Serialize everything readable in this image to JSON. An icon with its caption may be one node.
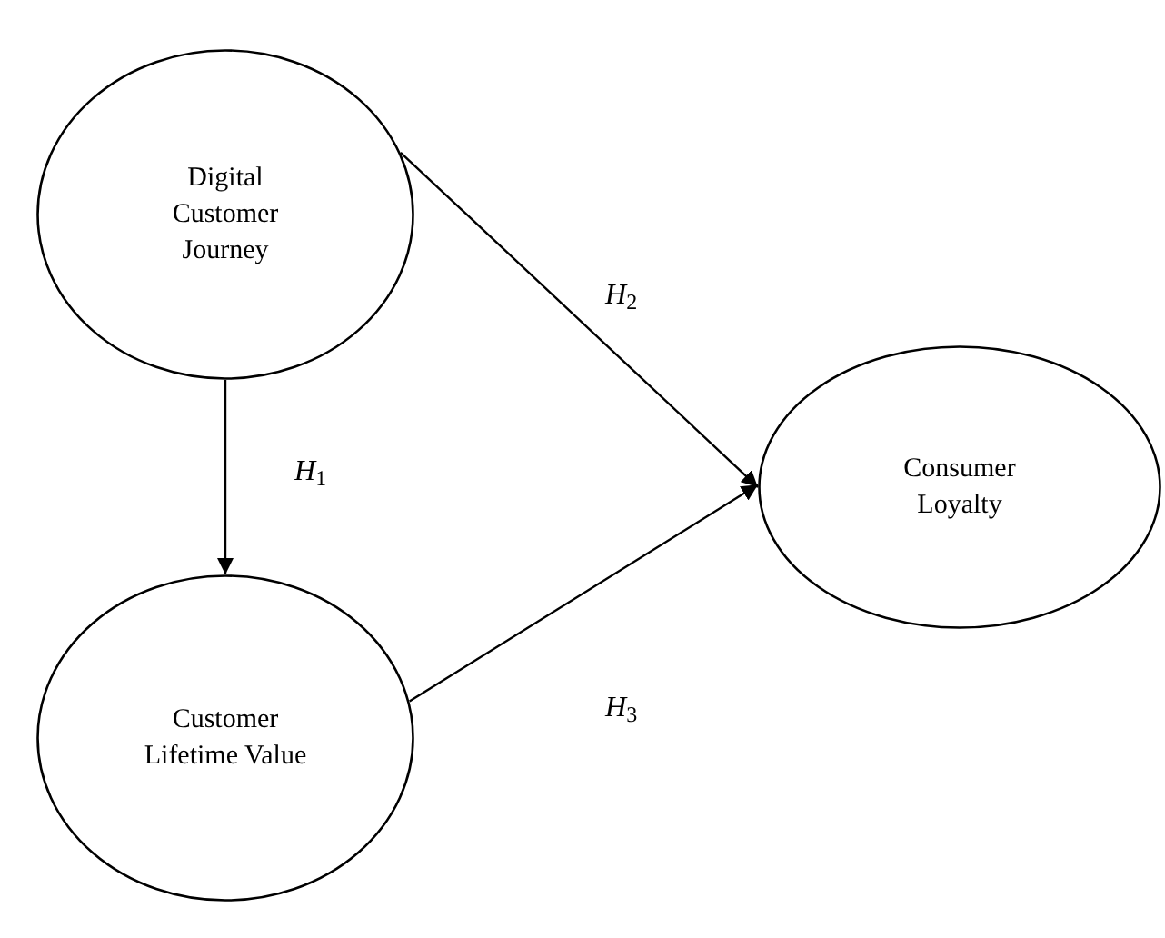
{
  "diagram": {
    "nodes": [
      {
        "text": [
          "Digital Customer Journey"
        ]
      },
      {
        "text": [
          "Customer Lifetime Value"
        ]
      },
      {
        "text": [
          "Consumer Loyalty"
        ]
      }
    ],
    "edges": [
      {
        "from": 0,
        "to": 1,
        "arrow": "to",
        "label": "*H*$_{1}$"
      },
      {
        "from": 0,
        "to": 2,
        "arrow": "to",
        "label": "*H*$_{2}$"
      },
      {
        "from": 1,
        "to": 2,
        "arrow": "to",
        "label": "*H*$_{3}$"
      }
    ]
  }
}
